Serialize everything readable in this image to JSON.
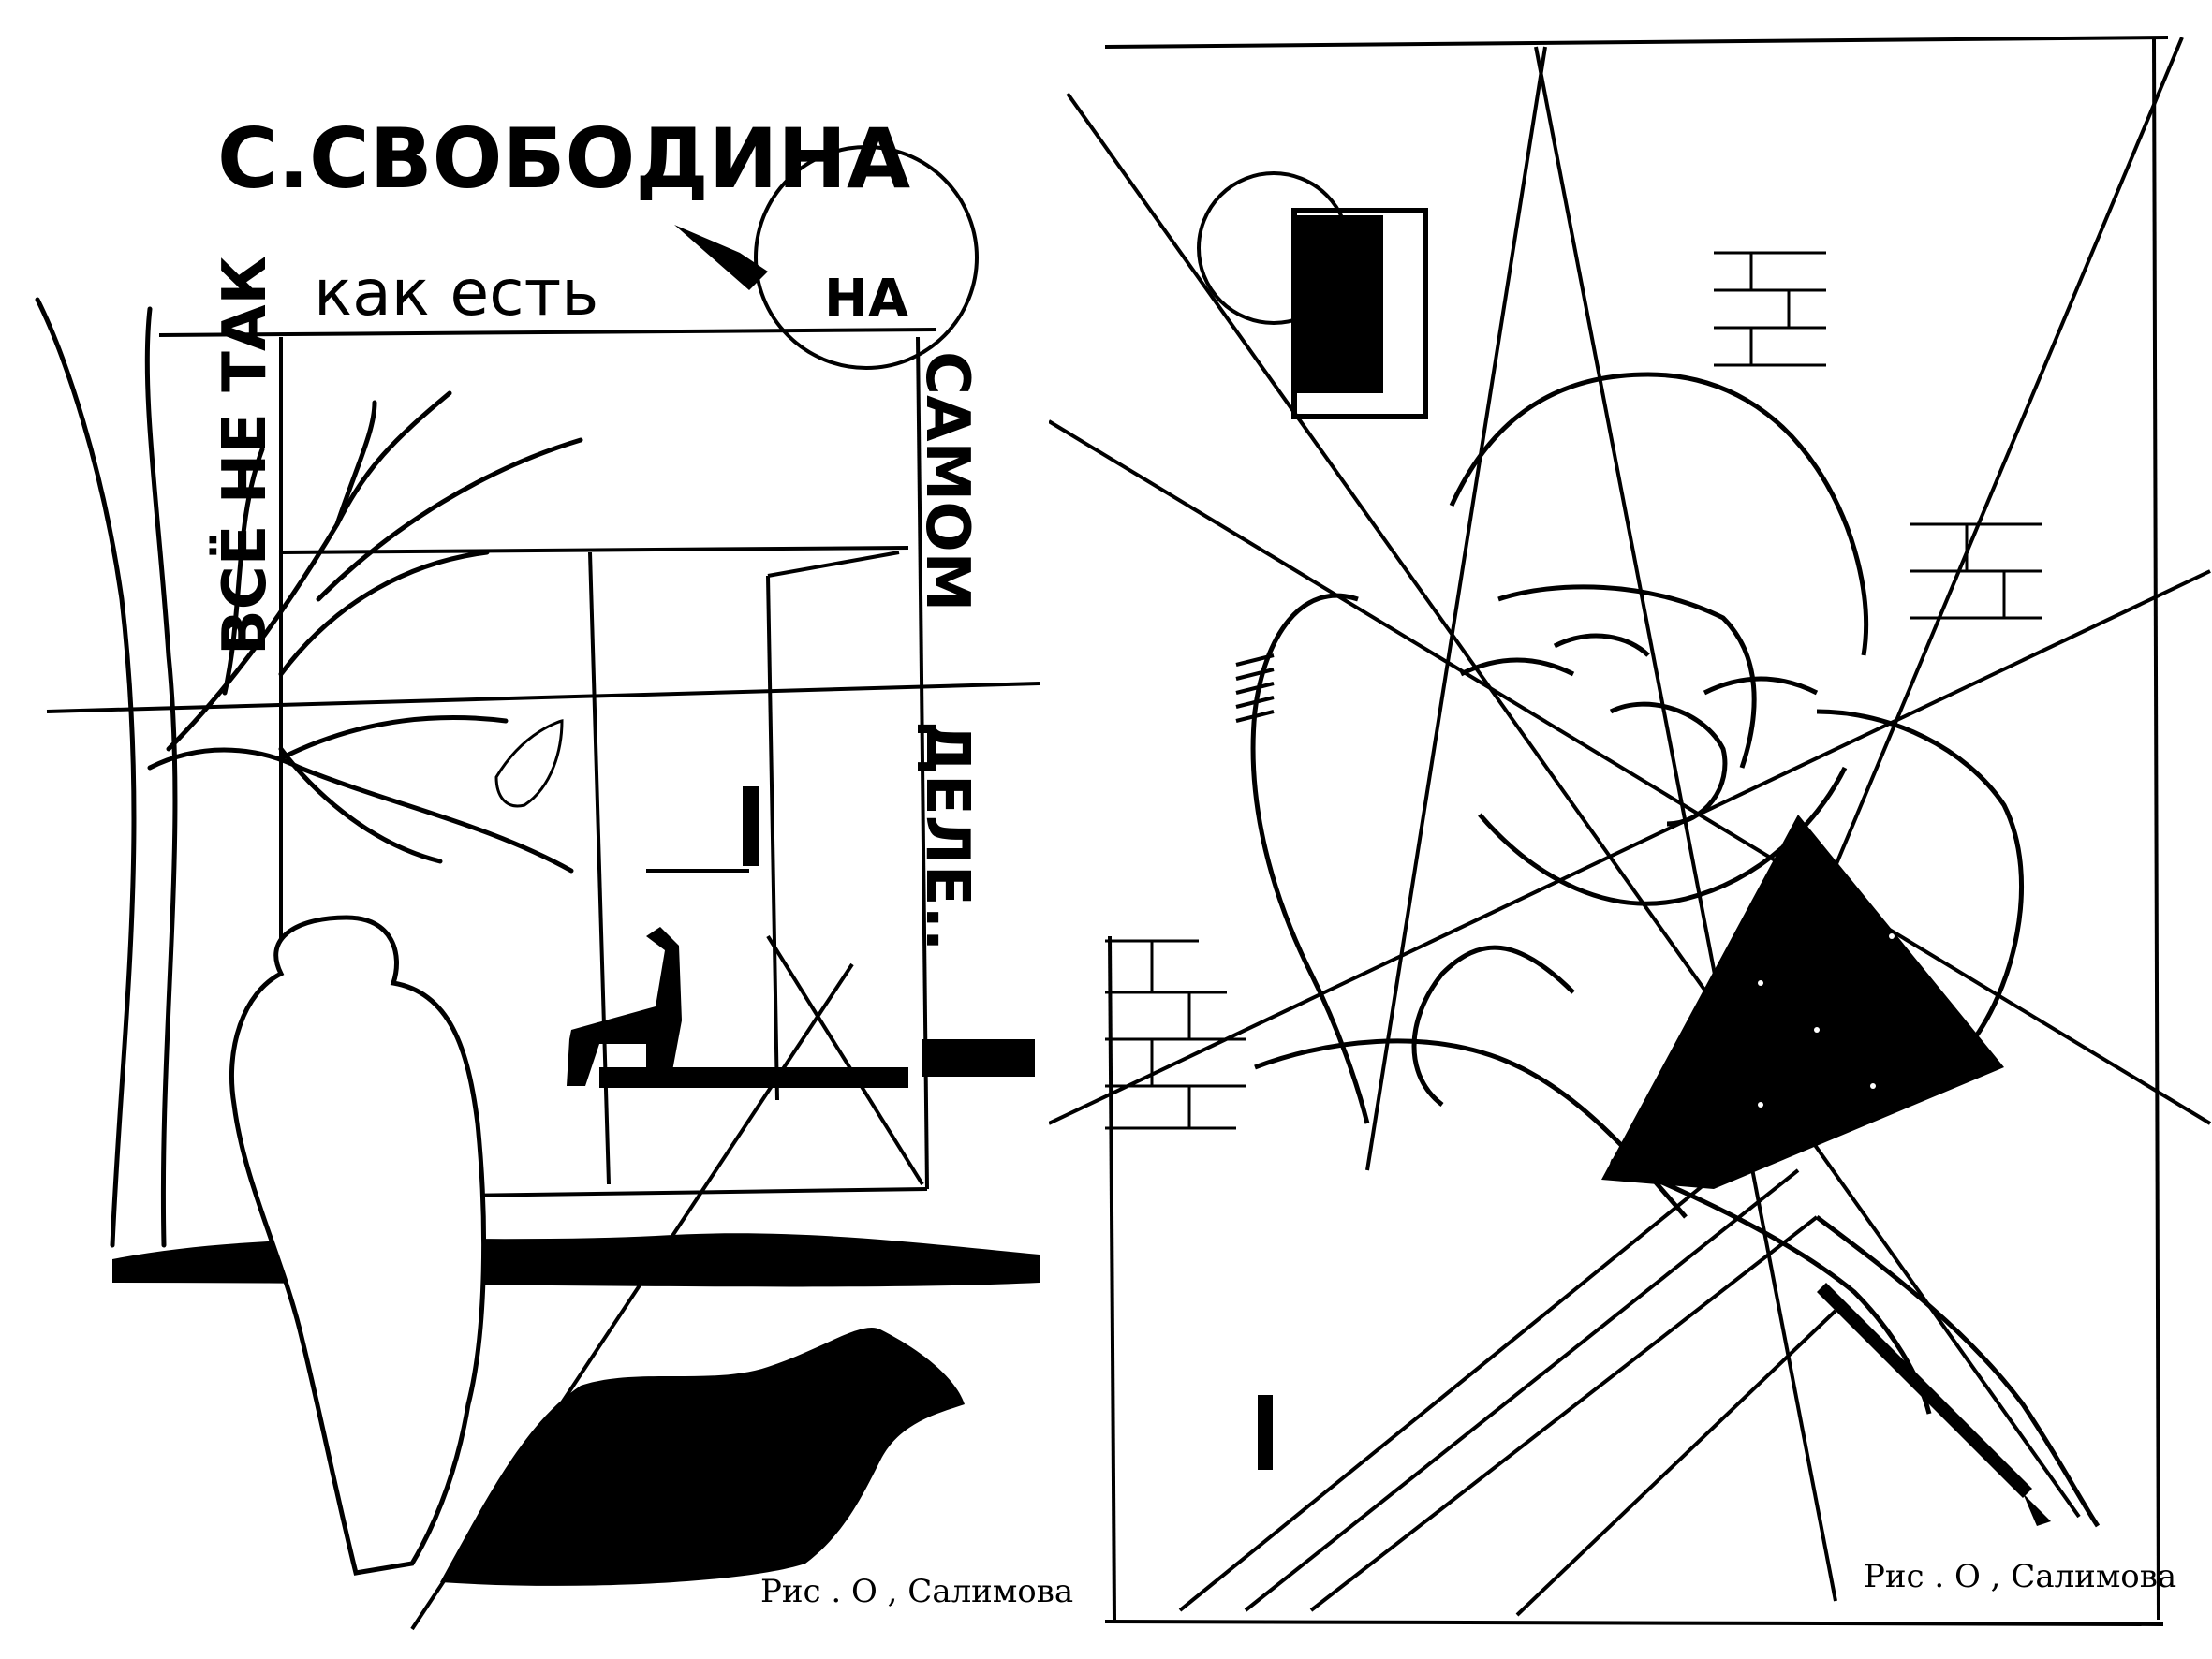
{
  "left": {
    "author": "С.СВОБОДИНА",
    "vertical_left": "ВСЁ НЕ ТАК",
    "middle_phrase": "как есть",
    "na": "НА",
    "vertical_right_1": "САМОМ",
    "vertical_right_2": "ДЕЛЕ..",
    "credit": "Рис . О , Салимова"
  },
  "right": {
    "credit": "Рис . О , Салимова"
  },
  "colors": {
    "ink": "#000000",
    "paper": "#ffffff"
  }
}
